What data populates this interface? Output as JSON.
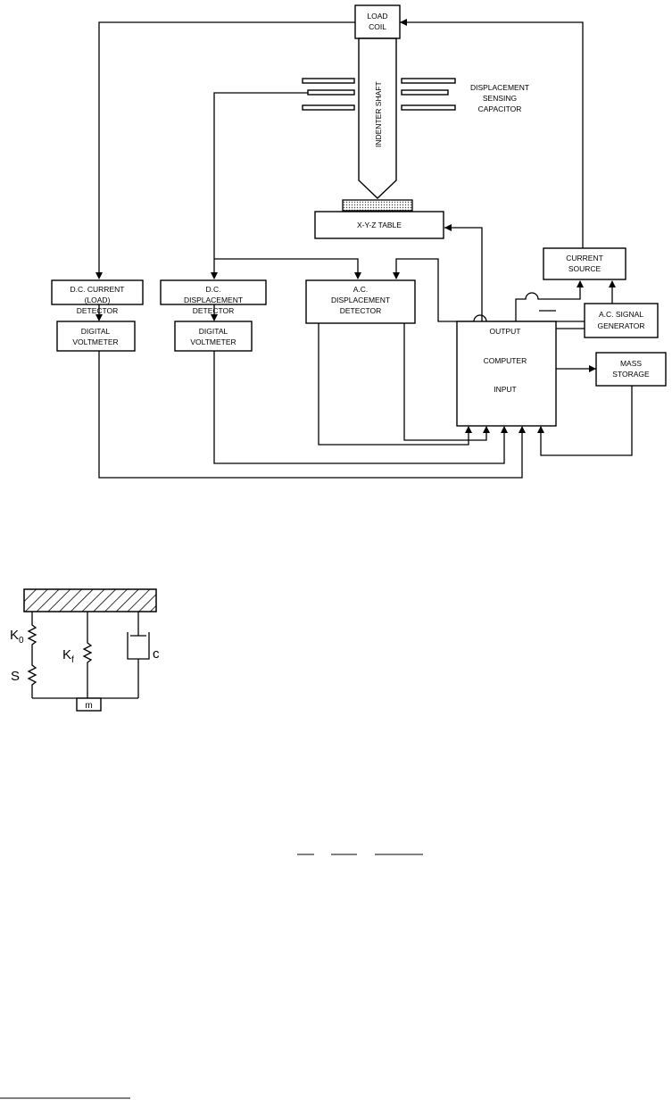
{
  "block_diagram": {
    "load_coil": [
      "LOAD",
      "COIL"
    ],
    "indenter_shaft": "INDENTER SHAFT",
    "capacitor": [
      "DISPLACEMENT",
      "SENSING",
      "CAPACITOR"
    ],
    "xyz_table": "X-Y-Z TABLE",
    "current_source": [
      "CURRENT",
      "SOURCE"
    ],
    "ac_signal_generator": [
      "A.C. SIGNAL",
      "GENERATOR"
    ],
    "dc_current_detector": [
      "D.C. CURRENT",
      "(LOAD)",
      "DETECTOR"
    ],
    "dc_displacement_detector": [
      "D.C.",
      "DISPLACEMENT",
      "DETECTOR"
    ],
    "ac_displacement_detector": [
      "A.C.",
      "DISPLACEMENT",
      "DETECTOR"
    ],
    "digital_voltmeter_1": [
      "DIGITAL",
      "VOLTMETER"
    ],
    "digital_voltmeter_2": [
      "DIGITAL",
      "VOLTMETER"
    ],
    "computer": {
      "output": "OUTPUT",
      "name": "COMPUTER",
      "input": "INPUT"
    },
    "mass_storage": [
      "MASS",
      "STORAGE"
    ]
  },
  "spring_model": {
    "k0": "K",
    "k0_sub": "0",
    "kf": "K",
    "kf_sub": "f",
    "s": "S",
    "c": "c",
    "m": "m"
  }
}
